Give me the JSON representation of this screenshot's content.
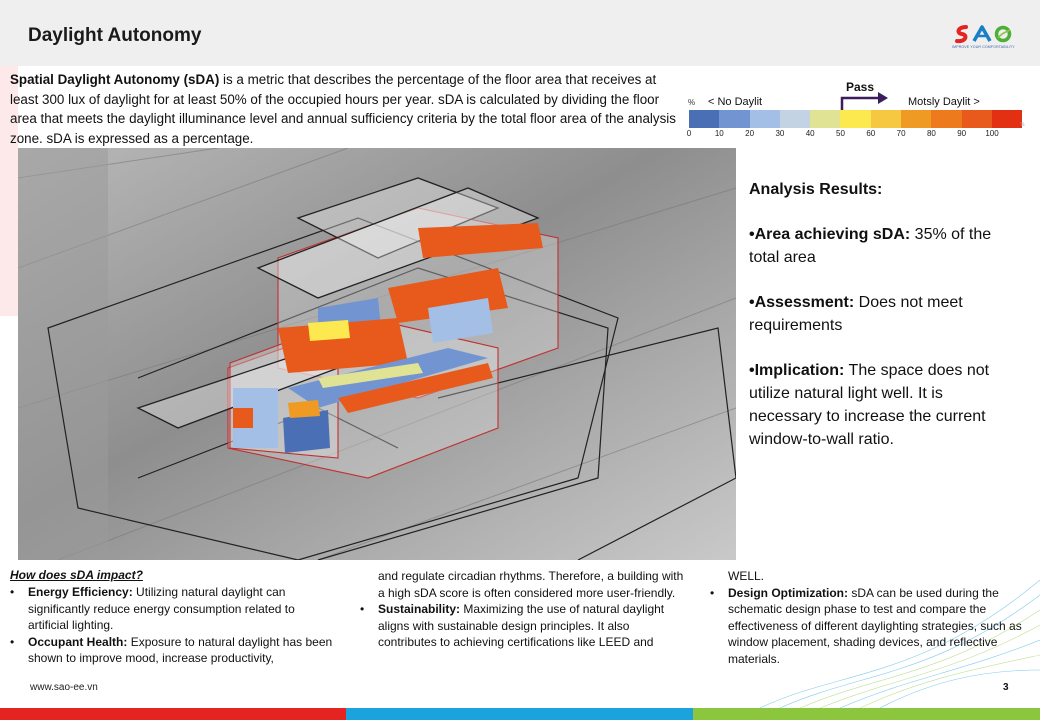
{
  "header": {
    "title": "Daylight Autonomy",
    "logo_text": "SAO",
    "logo_tagline": "IMPROVE YOUR COMFORTABILITY"
  },
  "intro": {
    "bold": "Spatial Daylight Autonomy (sDA)",
    "text": " is a metric that describes the percentage of the floor area that receives at least 300 lux of daylight for at least 50% of the occupied hours per year. sDA is calculated by dividing the floor area that meets the daylight illuminance level and annual sufficiency criteria by the total floor area of the analysis zone. sDA is expressed as a percentage."
  },
  "scale": {
    "pass_label": "Pass",
    "percent_label": "%",
    "left_label": "< No Daylit",
    "right_label": "Motsly Daylit >",
    "corner_mark": "%",
    "ticks": [
      "0",
      "10",
      "20",
      "30",
      "40",
      "50",
      "60",
      "70",
      "80",
      "90",
      "100"
    ],
    "colors": [
      "#4a6fb5",
      "#7295d2",
      "#a4bfe6",
      "#c4d3e4",
      "#e1e394",
      "#fce94f",
      "#f6c842",
      "#ef9b23",
      "#ed7a1c",
      "#e85a1b",
      "#e43012"
    ]
  },
  "results": {
    "title": "Analysis Results:",
    "items": [
      {
        "label": "•Area achieving sDA:",
        "text": " 35% of the total area"
      },
      {
        "label": "•Assessment:",
        "text": " Does not meet requirements"
      },
      {
        "label": "•Implication:",
        "text": " The space does not utilize natural light well. It is necessary to increase the current window-to-wall ratio."
      }
    ]
  },
  "impact": {
    "heading": "How does sDA impact?",
    "energy_label": "Energy Efficiency:",
    "energy_text": " Utilizing natural daylight can significantly reduce energy consumption related to artificial lighting.",
    "health_label": "Occupant Health:",
    "health_text": " Exposure to natural daylight has been shown to improve mood, increase productivity,",
    "health_cont": "and regulate circadian rhythms. Therefore, a building with a high sDA score is often considered more user-friendly.",
    "sustain_label": "Sustainability:",
    "sustain_text": " Maximizing the use of natural daylight aligns with sustainable design principles. It also contributes to achieving certifications like LEED and",
    "sustain_cont": "WELL.",
    "design_label": "Design Optimization:",
    "design_text": " sDA can be used during the schematic design phase to test and compare the effectiveness of different daylighting strategies, such as window placement, shading devices, and reflective materials."
  },
  "footer": {
    "website": "www.sao-ee.vn",
    "page_number": "3",
    "colors": [
      "#e52421",
      "#1aa3dc",
      "#8cc63f"
    ]
  }
}
